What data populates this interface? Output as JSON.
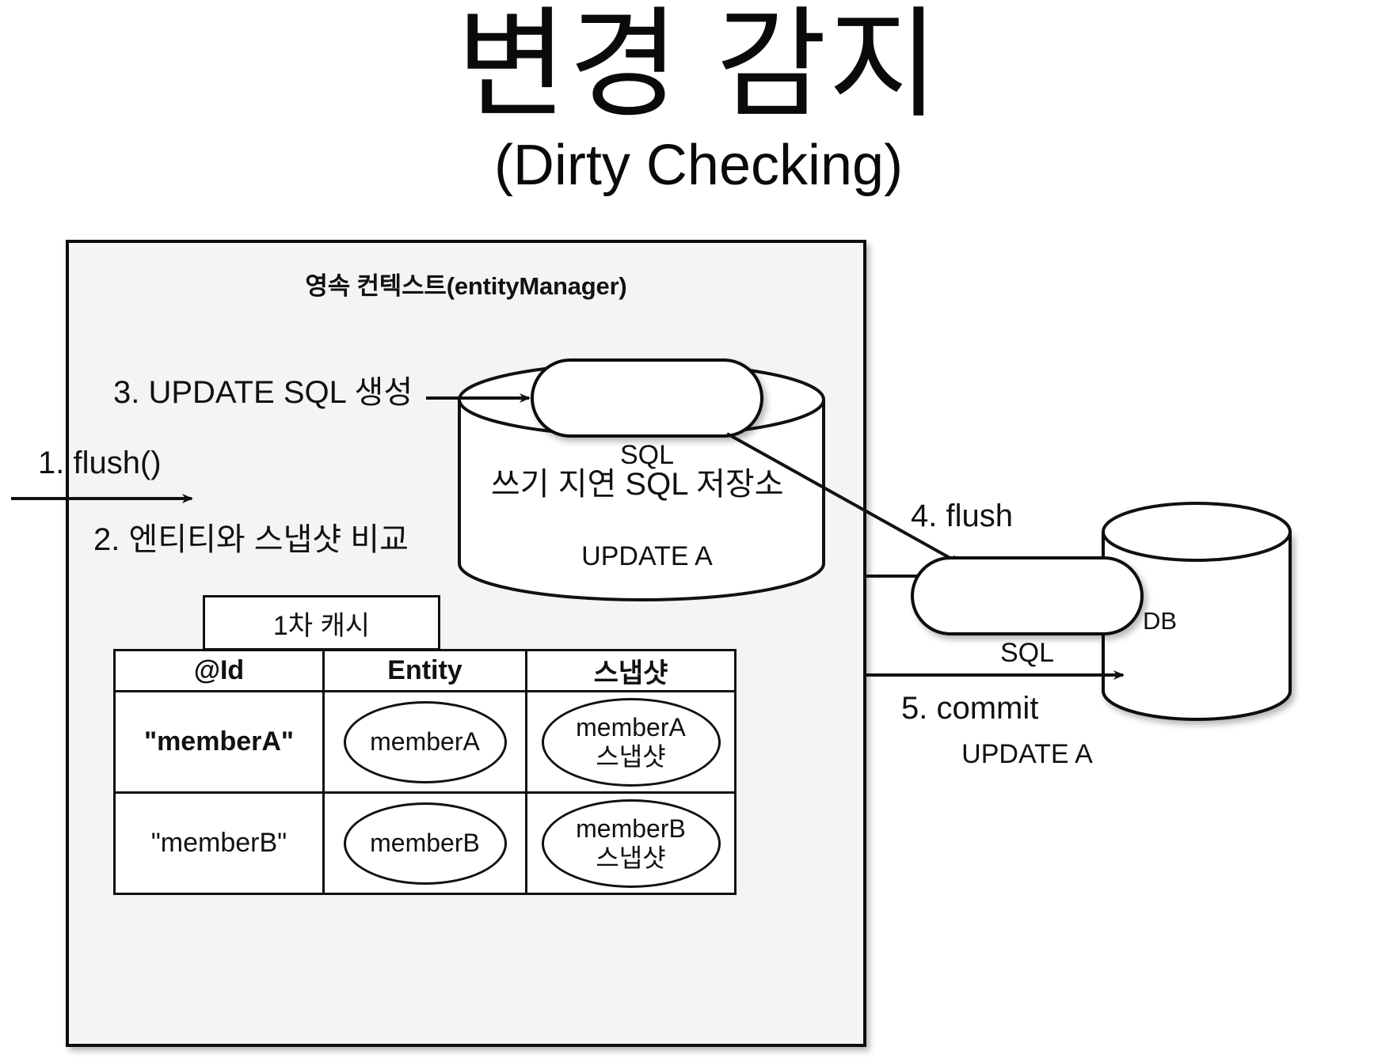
{
  "title": {
    "main": "변경 감지",
    "sub": "(Dirty Checking)"
  },
  "diagram": {
    "context_box": {
      "title": "영속 컨텍스트(entityManager)",
      "fill_color": "#f4f4f4",
      "border_color": "#111111"
    },
    "steps": {
      "step1": "1. flush()",
      "step2": "2. 엔티티와 스냅샷 비교",
      "step3": "3. UPDATE SQL 생성",
      "step4": "4. flush",
      "step5": "5. commit"
    },
    "sql_store": {
      "label": "쓰기 지연 SQL 저장소",
      "sql_line1": "SQL",
      "sql_line2": "UPDATE A"
    },
    "database": {
      "label": "DB",
      "sql_line1": "SQL",
      "sql_line2": "UPDATE A"
    },
    "cache": {
      "header": "1차 캐시",
      "columns": [
        "@Id",
        "Entity",
        "스냅샷"
      ],
      "rows": [
        {
          "id": "\"memberA\"",
          "entity": "memberA",
          "snapshot_line1": "memberA",
          "snapshot_line2": "스냅샷"
        },
        {
          "id": "\"memberB\"",
          "entity": "memberB",
          "snapshot_line1": "memberB",
          "snapshot_line2": "스냅샷"
        }
      ]
    }
  }
}
